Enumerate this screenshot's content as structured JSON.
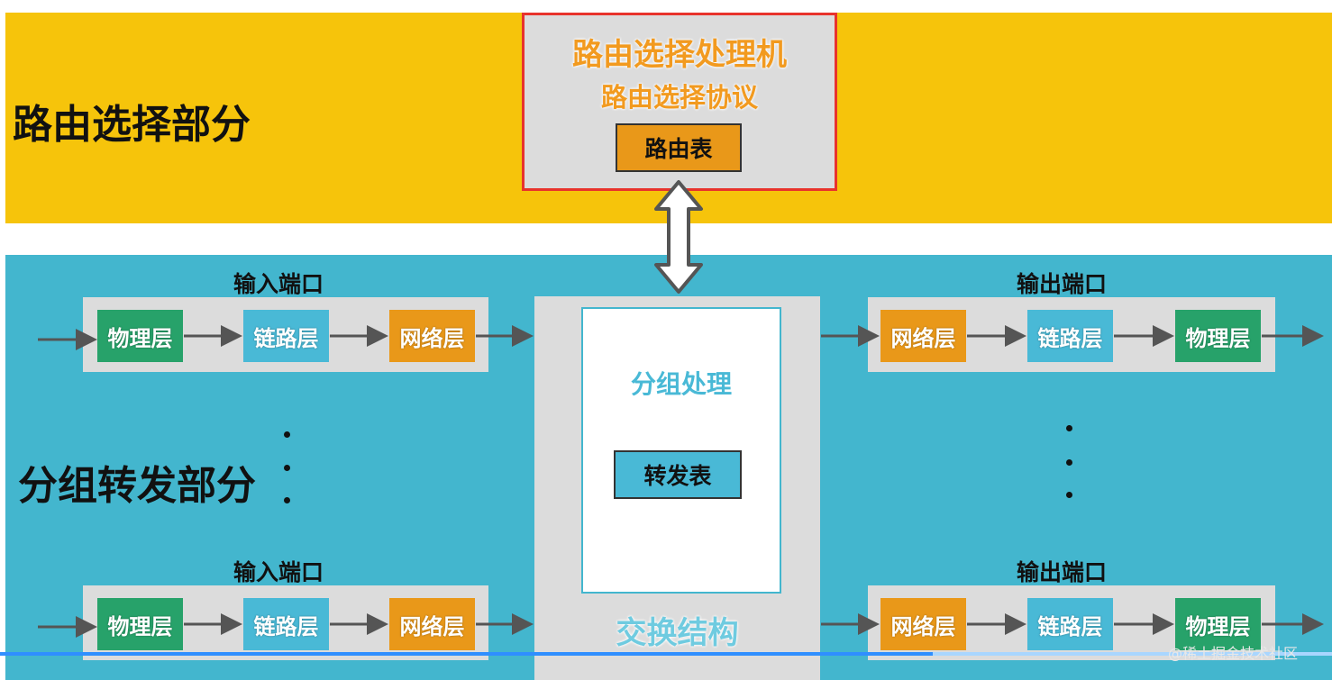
{
  "routing": {
    "section_label": "路由选择部分",
    "processor_title": "路由选择处理机",
    "protocol_label": "路由选择协议",
    "table_label": "路由表"
  },
  "forwarding": {
    "section_label": "分组转发部分",
    "input_ports": [
      {
        "title": "输入端口",
        "layers": [
          "物理层",
          "链路层",
          "网络层"
        ]
      },
      {
        "title": "输入端口",
        "layers": [
          "物理层",
          "链路层",
          "网络层"
        ]
      }
    ],
    "output_ports": [
      {
        "title": "输出端口",
        "layers": [
          "网络层",
          "链路层",
          "物理层"
        ]
      },
      {
        "title": "输出端口",
        "layers": [
          "网络层",
          "链路层",
          "物理层"
        ]
      }
    ],
    "packet_processing": "分组处理",
    "forwarding_table": "转发表",
    "switch_fabric": "交换结构"
  },
  "video": {
    "progress": 0.7
  },
  "watermark": "@稀土掘金技术社区",
  "colors": {
    "routing_band": "#f6c40b",
    "forwarding_band": "#43b6ce",
    "physical_layer": "#27a26a",
    "link_layer": "#49b9d6",
    "network_layer": "#e99819",
    "highlight_border": "#e8332c"
  }
}
